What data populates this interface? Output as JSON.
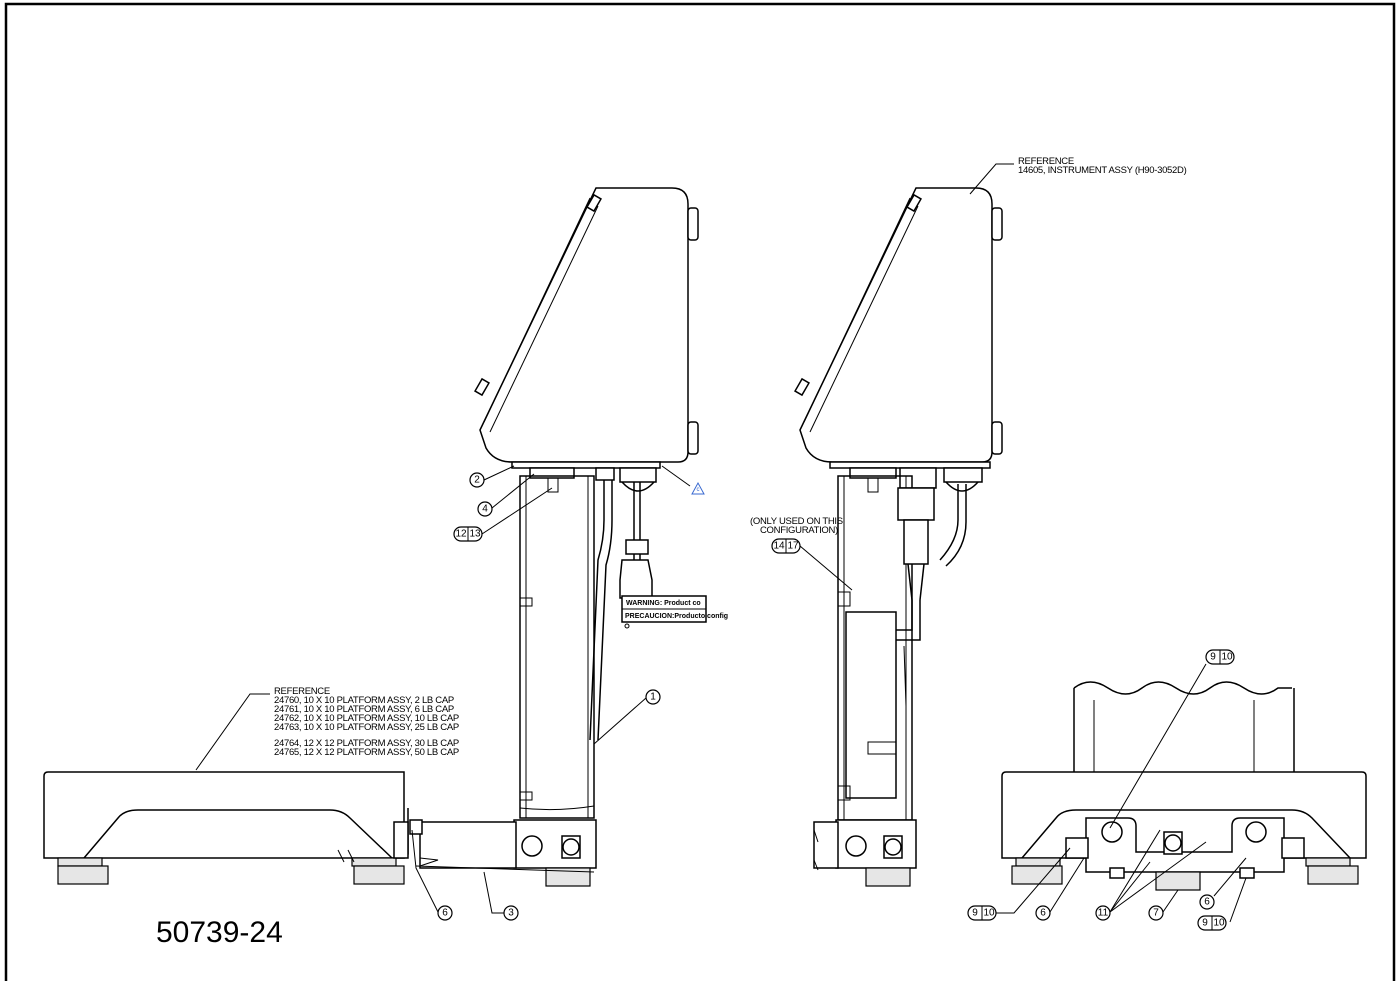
{
  "drawing_number": "50739-24",
  "notes": {
    "instrument_ref": [
      "REFERENCE",
      "14605, INSTRUMENT ASSY (H90-3052D)"
    ],
    "platform_ref": [
      "REFERENCE",
      "24760, 10 X 10 PLATFORM ASSY, 2 LB CAP",
      "24761, 10 X 10 PLATFORM ASSY, 6 LB CAP",
      "24762, 10 X 10 PLATFORM ASSY, 10 LB CAP",
      "24763, 10 X 10 PLATFORM ASSY, 25 LB CAP",
      "24764, 12 X 12 PLATFORM ASSY, 30 LB CAP",
      "24765, 12 X 12 PLATFORM ASSY, 50 LB CAP"
    ],
    "config_note": [
      "(ONLY USED ON THIS",
      "CONFIGURATION)"
    ]
  },
  "warning_label": {
    "line1": "WARNING: Product co",
    "line2": "PRECAUCION:Producto config"
  },
  "revision_triangle": "c",
  "balloons": {
    "b1": "1",
    "b2": "2",
    "b3": "3",
    "b4": "4",
    "b6a": "6",
    "b6b": "6",
    "b6c": "6",
    "b7": "7",
    "b11": "11",
    "b12_13": [
      "12",
      "13"
    ],
    "b14_17": [
      "14",
      "17"
    ],
    "b9_10_top": [
      "9",
      "10"
    ],
    "b9_10_left": [
      "9",
      "10"
    ],
    "b9_10_right": [
      "9",
      "10"
    ]
  }
}
